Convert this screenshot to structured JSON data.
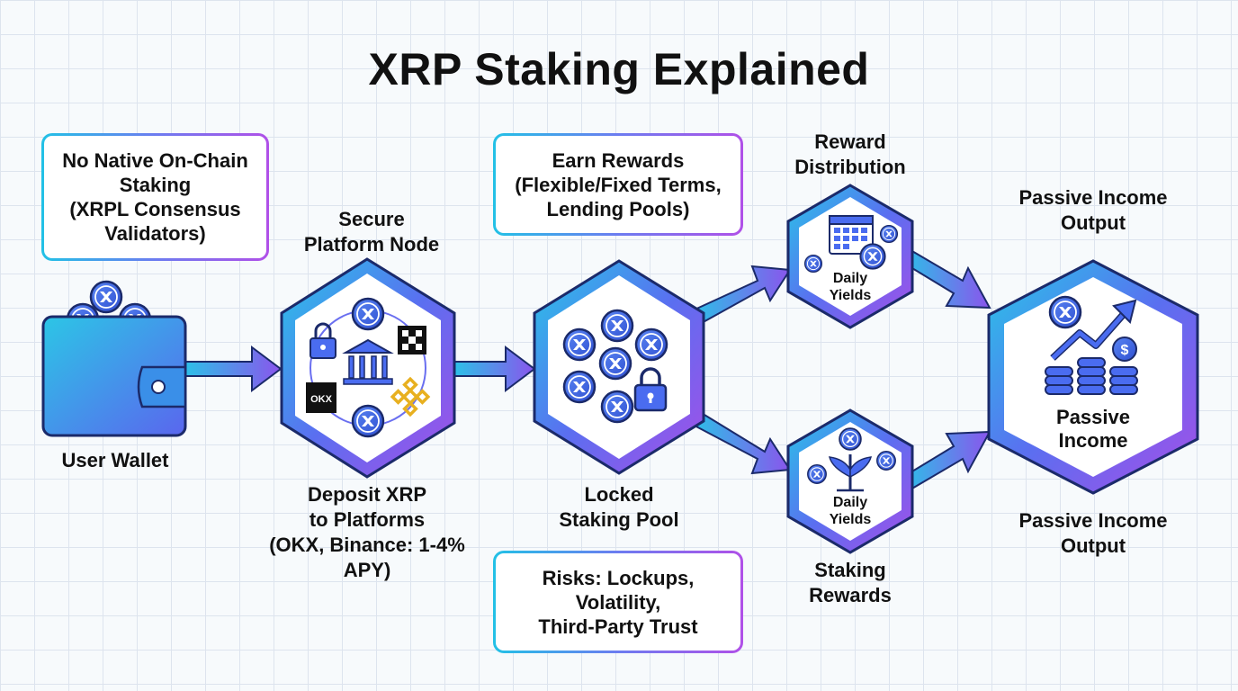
{
  "title": "XRP Staking Explained",
  "boxes": {
    "no_native": [
      "No Native On-Chain",
      "Staking",
      "(XRPL Consensus",
      "Validators)"
    ],
    "earn": [
      "Earn Rewards",
      "(Flexible/Fixed Terms,",
      "Lending Pools)"
    ],
    "risks": [
      "Risks: Lockups,",
      "Volatility,",
      "Third-Party Trust"
    ]
  },
  "labels": {
    "user_wallet": "User Wallet",
    "secure_node": [
      "Secure",
      "Platform Node"
    ],
    "deposit": [
      "Deposit XRP",
      "to Platforms",
      "(OKX, Binance: 1-4%",
      "APY)"
    ],
    "locked_pool": [
      "Locked",
      "Staking Pool"
    ],
    "reward_distribution": [
      "Reward",
      "Distribution"
    ],
    "staking_rewards": [
      "Staking",
      "Rewards"
    ],
    "passive_output_top": [
      "Passive Income",
      "Output"
    ],
    "passive_output_bottom": [
      "Passive Income",
      "Output"
    ]
  },
  "icon_text": {
    "okx": "OKX",
    "daily_yields_top": [
      "Daily",
      "Yields"
    ],
    "daily_yields_bottom": [
      "Daily",
      "Yields"
    ],
    "passive_income": [
      "Passive",
      "Income"
    ]
  },
  "colors": {
    "cyan": "#22c1e6",
    "blue": "#4a6cf0",
    "purple": "#a24ee8",
    "coin": "#3b63e0"
  }
}
